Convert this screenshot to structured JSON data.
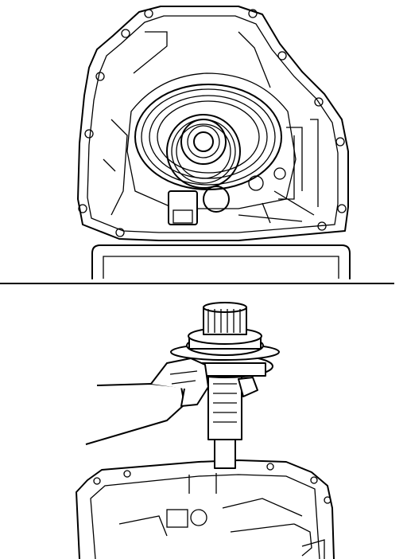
{
  "figure": {
    "panels": [
      {
        "id": "top",
        "depicts": "transmission-case-with-gear-assembly-installed"
      },
      {
        "id": "bottom",
        "depicts": "hand-lifting-shaft-and-gear-assembly-from-case"
      }
    ],
    "colors": {
      "line": "#000000",
      "background": "#ffffff"
    }
  }
}
